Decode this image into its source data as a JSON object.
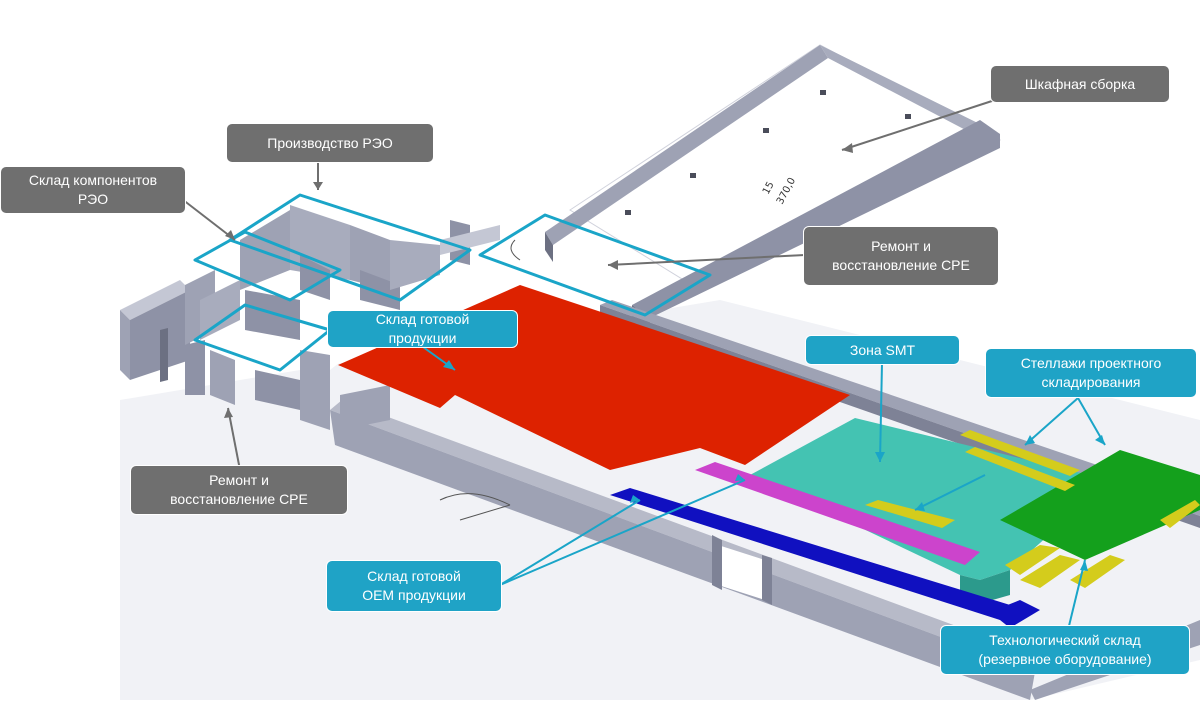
{
  "colors": {
    "wall": "#9ea2b4",
    "wall_top": "#c4c7d4",
    "wall_dark": "#6c7082",
    "zone_outline": "#1aa5c8",
    "finished_goods": "#dd2200",
    "smt_zone": "#44c3b2",
    "oem_goods": "#1010c0",
    "pink_strip": "#cc44cc",
    "racks": "#d4cc1c",
    "tech_storage": "#14a01c",
    "callout_gray": "#6f6f6f",
    "callout_teal": "#1fa3c6"
  },
  "floor_marking": {
    "line1": "15",
    "line2": "370,0"
  },
  "labels": {
    "cabinet_assembly": "Шкафная сборка",
    "reo_production": "Производство РЭО",
    "reo_components": "Склад компонентов\nРЭО",
    "cpe_repair_top": "Ремонт и\nвосстановление CPE",
    "finished_goods": "Склад готовой\nпродукции",
    "smt_zone": "Зона SMT",
    "project_racks": "Стеллажи проектного\nскладирования",
    "cpe_repair_bottom": "Ремонт и\nвосстановление CPE",
    "oem_goods": "Склад готовой\nOEM продукции",
    "tech_storage": "Технологический склад\n(резервное оборудование)"
  }
}
